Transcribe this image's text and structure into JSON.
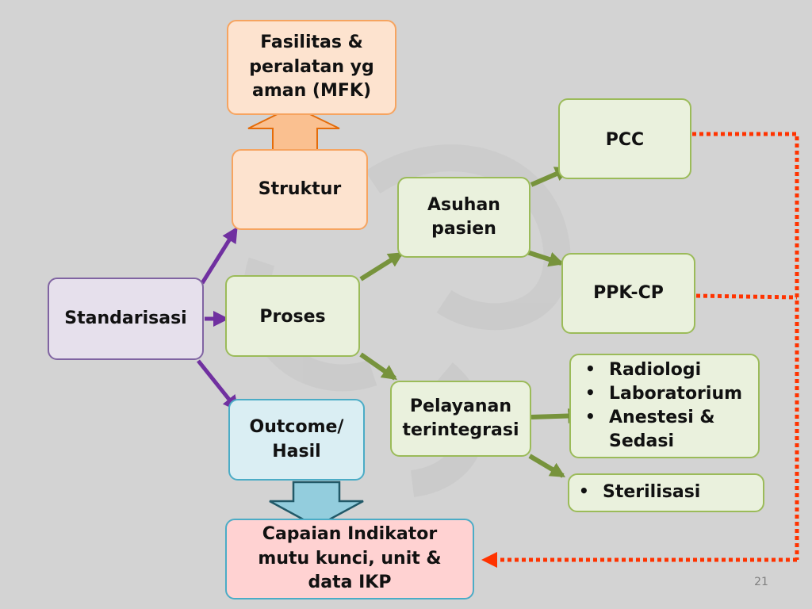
{
  "colors": {
    "background": "#d3d3d3",
    "orange_fill": "#fde3cf",
    "orange_border": "#f6a460",
    "green_fill": "#eaf1dd",
    "green_border": "#9bbb59",
    "purple_fill": "#e6e0ec",
    "purple_border": "#8064a2",
    "blue_fill": "#daeef3",
    "blue_border": "#4bacc6",
    "pink_fill": "#ffd2d2",
    "purple_arrow": "#7030a0",
    "green_arrow": "#77933c",
    "red_dotted": "#ff3300"
  },
  "nodes": {
    "fasilitas": {
      "lines": [
        "Fasilitas &",
        "peralatan yg",
        "aman (MFK)"
      ]
    },
    "struktur": {
      "lines": [
        "Struktur"
      ]
    },
    "standarisasi": {
      "lines": [
        "Standarisasi"
      ]
    },
    "proses": {
      "lines": [
        "Proses"
      ]
    },
    "outcome": {
      "lines": [
        "Outcome/",
        "Hasil"
      ]
    },
    "capaian": {
      "lines": [
        "Capaian Indikator",
        "mutu kunci, unit &",
        "data IKP"
      ]
    },
    "asuhan": {
      "lines": [
        "Asuhan",
        "pasien"
      ]
    },
    "pelayanan": {
      "lines": [
        "Pelayanan",
        "terintegrasi"
      ]
    },
    "pcc": {
      "lines": [
        "PCC"
      ]
    },
    "ppkcp": {
      "lines": [
        "PPK-CP"
      ]
    }
  },
  "bullet_boxes": {
    "penunjang": {
      "items": [
        "Radiologi",
        "Laboratorium",
        "Anestesi &",
        "Sedasi"
      ]
    },
    "sterilisasi": {
      "items": [
        "Sterilisasi"
      ]
    }
  },
  "page_number": "21"
}
